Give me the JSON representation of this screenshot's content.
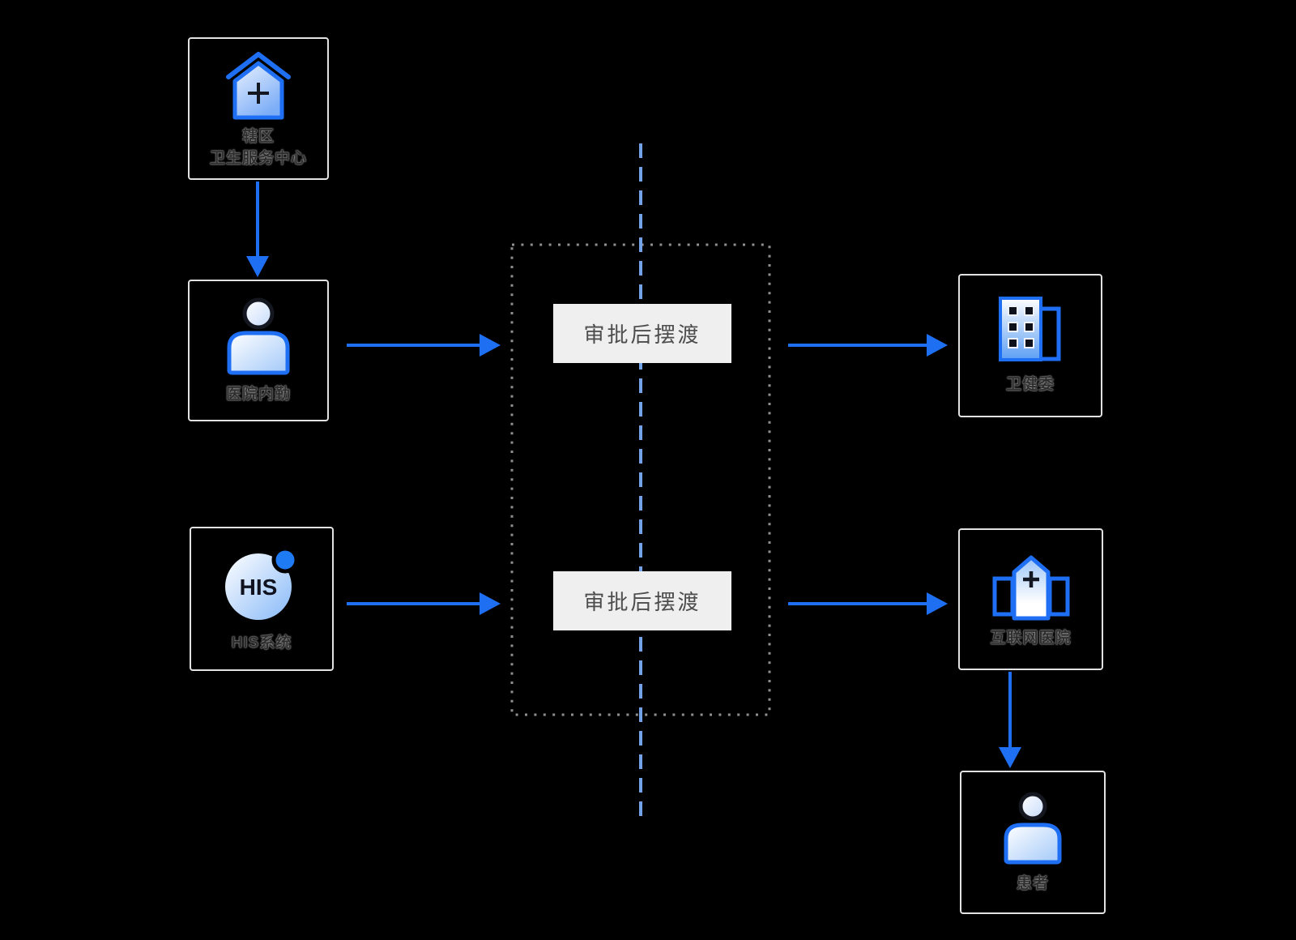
{
  "diagram": {
    "nodes": {
      "health_center": {
        "label_line1": "辖区",
        "label_line2": "卫生服务中心",
        "icon": "home-plus-icon"
      },
      "hospital_staff": {
        "label": "医院内勤",
        "icon": "person-icon"
      },
      "his_system": {
        "label": "HIS系统",
        "icon": "his-circle-icon",
        "icon_text": "HIS"
      },
      "health_commission": {
        "label": "卫健委",
        "icon": "building-icon"
      },
      "internet_hospital": {
        "label": "互联网医院",
        "icon": "hospital-icon"
      },
      "patient": {
        "label": "患者",
        "icon": "person-icon"
      }
    },
    "ferry_labels": {
      "top": "审批后摆渡",
      "bottom": "审批后摆渡"
    }
  },
  "colors": {
    "background": "#000000",
    "arrow_blue": "#1e6ff2",
    "guide_dash_blue": "#74a2e9",
    "dotted_border_gray": "#8f8f8f",
    "ferry_label_bg": "#efefef",
    "ferry_label_text": "#4d4d4d",
    "node_border": "#e2e2e2",
    "node_text": "#2e2e2e",
    "icon_stroke_blue": "#1f6ff5",
    "icon_dark": "#131722"
  }
}
